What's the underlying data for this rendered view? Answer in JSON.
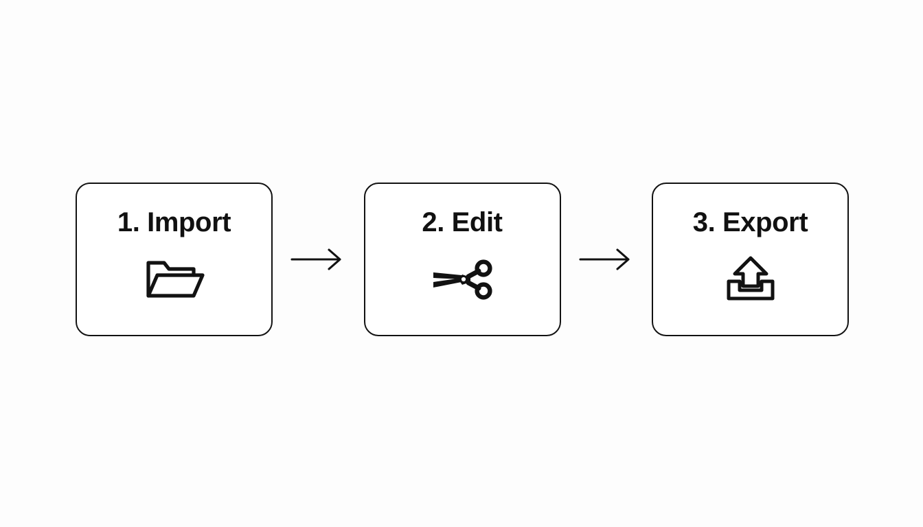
{
  "diagram": {
    "type": "linear-process-flow",
    "background_color": "#fdfdfd",
    "stroke_color": "#121212",
    "text_color": "#111111",
    "orientation": "horizontal",
    "step_count": 3,
    "steps": [
      {
        "number": "1.",
        "name": "Import",
        "label": "1. Import",
        "icon": "open-folder-icon",
        "icon_style": "outline"
      },
      {
        "number": "2.",
        "name": "Edit",
        "label": "2. Edit",
        "icon": "scissors-icon",
        "icon_style": "solid"
      },
      {
        "number": "3.",
        "name": "Export",
        "label": "3. Export",
        "icon": "upload-tray-icon",
        "icon_style": "outline"
      }
    ],
    "connectors": [
      {
        "from": "1. Import",
        "to": "2. Edit",
        "icon": "arrow-right-icon"
      },
      {
        "from": "2. Edit",
        "to": "3. Export",
        "icon": "arrow-right-icon"
      }
    ]
  }
}
